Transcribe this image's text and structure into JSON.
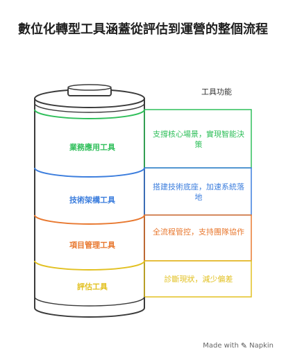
{
  "title": "數位化轉型工具涵蓋從評估到運營的整個流程",
  "column_header": "工具功能",
  "segments": [
    {
      "label": "業務應用工具",
      "function": "支撐核心場景，實現智能決策",
      "color": "#2fbf5a"
    },
    {
      "label": "技術架構工具",
      "function": "搭建技術底座，加速系統落地",
      "color": "#3b7ddd"
    },
    {
      "label": "項目管理工具",
      "function": "全流程管控，支持團隊協作",
      "color": "#e8782f"
    },
    {
      "label": "評估工具",
      "function": "診斷現狀，減少偏差",
      "color": "#e2c020"
    }
  ],
  "credit": {
    "prefix": "Made with",
    "brand": "Napkin"
  }
}
